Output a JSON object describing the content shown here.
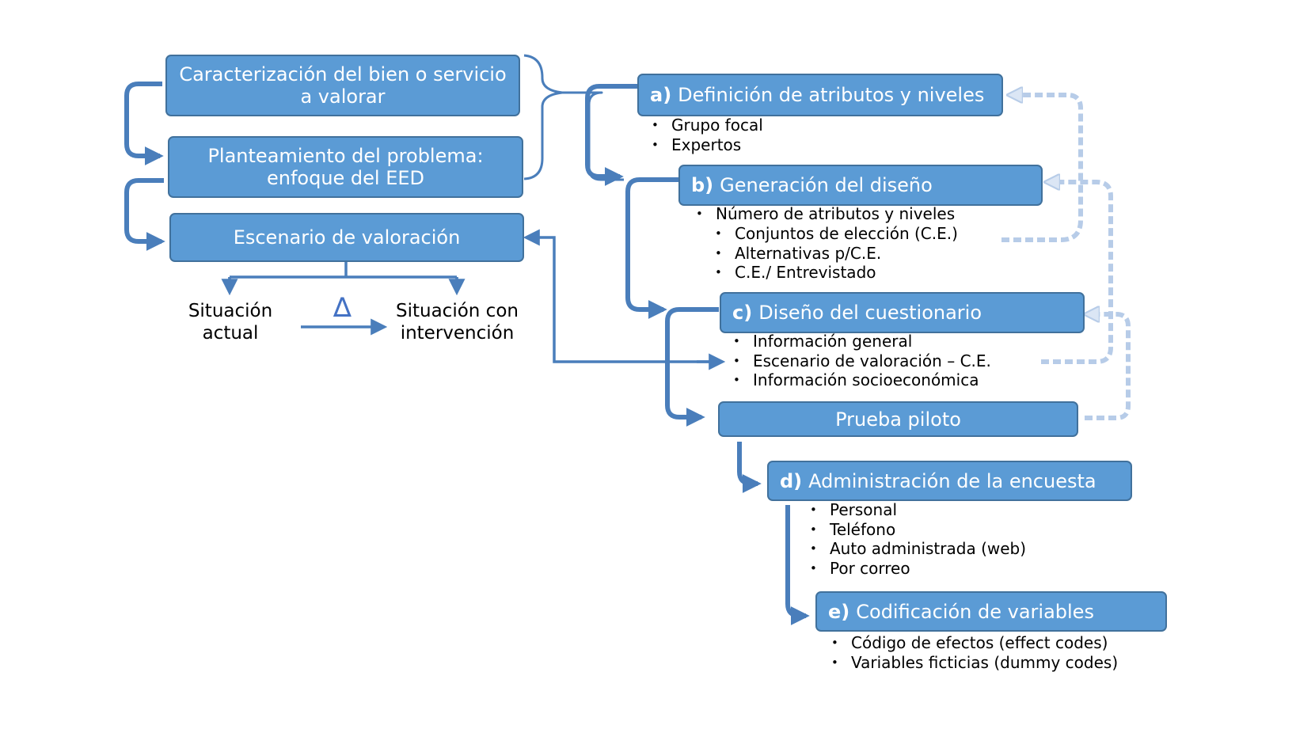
{
  "colors": {
    "box_fill": "#5b9bd5",
    "box_border": "#41719c",
    "arrow": "#4a7ebb",
    "dashed_arrow": "#c9d9ef"
  },
  "left_flow": {
    "caracterizacion": "Caracterización del bien o servicio a valorar",
    "planteamiento": "Planteamiento del problema: enfoque del EED",
    "escenario": "Escenario de valoración",
    "situacion_actual": "Situación actual",
    "delta": "∆",
    "situacion_con": "Situación con intervención"
  },
  "steps": {
    "a": {
      "letter": "a)",
      "title": "Definición de atributos y niveles",
      "items": [
        "Grupo focal",
        "Expertos"
      ]
    },
    "b": {
      "letter": "b)",
      "title": "Generación del diseño",
      "item_main": "Número de atributos y niveles",
      "items": [
        "Conjuntos de elección (C.E.)",
        "Alternativas p/C.E.",
        "C.E./ Entrevistado"
      ]
    },
    "c": {
      "letter": "c)",
      "title": "Diseño del cuestionario",
      "items": [
        "Información general",
        "Escenario de valoración – C.E.",
        "Información socioeconómica"
      ]
    },
    "piloto": {
      "title": "Prueba piloto"
    },
    "d": {
      "letter": "d)",
      "title": "Administración de la encuesta",
      "items": [
        "Personal",
        "Teléfono",
        "Auto administrada (web)",
        "Por correo"
      ]
    },
    "e": {
      "letter": "e)",
      "title": "Codificación de variables",
      "items": [
        "Código de efectos (effect codes)",
        "Variables ficticias (dummy codes)"
      ]
    }
  }
}
